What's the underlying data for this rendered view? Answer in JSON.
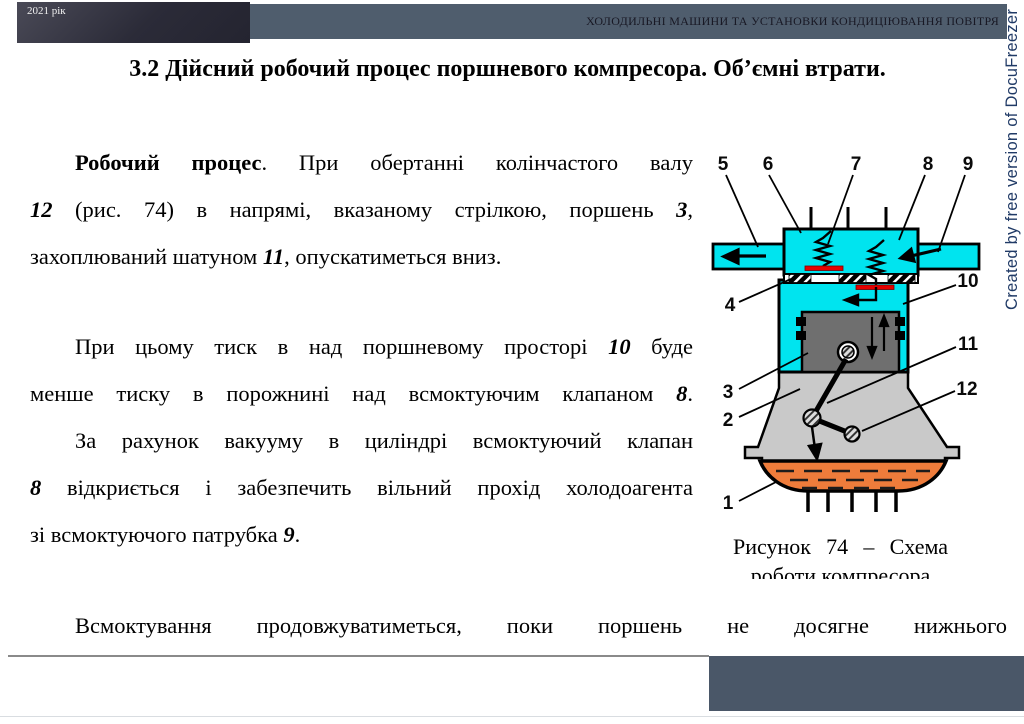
{
  "header": {
    "year_label": "2021 рік",
    "course_title": "ХОЛОДИЛЬНІ МАШИНИ ТА УСТАНОВКИ КОНДИЦІЮВАННЯ ПОВІТРЯ"
  },
  "watermark": {
    "text": "Created by free version of DocuFreezer"
  },
  "slide": {
    "title": "3.2 Дійсний робочий процес поршневого компресора. Об’ємні втрати."
  },
  "body": {
    "paragraphs": [
      {
        "lines": [
          [
            {
              "t": "Робочий процес",
              "b": true
            },
            {
              "t": ". При обертанні колінчастого валу"
            }
          ],
          [
            {
              "t": "12",
              "b": true,
              "i": true
            },
            {
              "t": " (рис. 74) в напрямі, вказаному стрілкою, поршень "
            },
            {
              "t": "3",
              "b": true,
              "i": true
            },
            {
              "t": ","
            }
          ],
          [
            {
              "t": "захоплюваний шатуном "
            },
            {
              "t": "11",
              "b": true,
              "i": true
            },
            {
              "t": ", опускатиметься вниз."
            }
          ]
        ]
      },
      {
        "lines": [
          [
            {
              "t": "При цьому тиск в над поршневому просторі "
            },
            {
              "t": "10",
              "b": true,
              "i": true
            },
            {
              "t": " буде"
            }
          ],
          [
            {
              "t": "менше тиску в порожнині над всмоктуючим клапаном "
            },
            {
              "t": "8",
              "b": true,
              "i": true
            },
            {
              "t": "."
            }
          ]
        ]
      },
      {
        "lines": [
          [
            {
              "t": "За рахунок вакууму в циліндрі всмоктуючий клапан"
            }
          ],
          [
            {
              "t": "8",
              "b": true,
              "i": true
            },
            {
              "t": " відкриється і забезпечить вільний прохід холодоагента"
            }
          ],
          [
            {
              "t": "зі всмоктуючого патрубка "
            },
            {
              "t": "9",
              "b": true,
              "i": true
            },
            {
              "t": "."
            }
          ]
        ]
      },
      {
        "lines": [
          [
            {
              "t": "Всмоктування продовжуватиметься, поки поршень не досягне нижнього"
            }
          ]
        ]
      }
    ]
  },
  "figure": {
    "caption_line1": "Рисунок 74 – Схема",
    "caption_line2": "роботи компресора",
    "labels": {
      "l1": "1",
      "l2": "2",
      "l3": "3",
      "l4": "4",
      "l5": "5",
      "l6": "6",
      "l7": "7",
      "l8": "8",
      "l9": "9",
      "l10": "10",
      "l11": "11",
      "l12": "12"
    },
    "colors": {
      "freon_cyan": "#00E4EF",
      "piston_gray": "#6F6F6F",
      "case_gray": "#C9C9C9",
      "oil_orange": "#EE7C3B",
      "valve_red": "#E60000"
    }
  }
}
